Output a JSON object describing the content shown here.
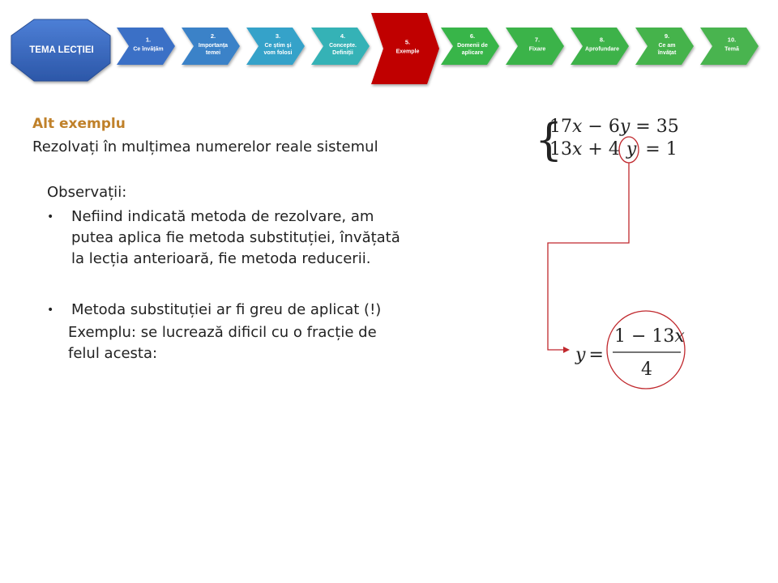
{
  "nav": {
    "home": "TEMA LECȚIEI",
    "accent_active": "#c00000",
    "steps": [
      {
        "num": "1.",
        "lines": [
          "Ce învățăm"
        ],
        "color": "#3b6fc6"
      },
      {
        "num": "2.",
        "lines": [
          "Importanța",
          "temei"
        ],
        "color": "#3a82c8"
      },
      {
        "num": "3.",
        "lines": [
          "Ce știm și",
          "vom folosi"
        ],
        "color": "#36a2c9"
      },
      {
        "num": "4.",
        "lines": [
          "Concepte.",
          "Definiții"
        ],
        "color": "#34b2b6"
      },
      {
        "num": "5.",
        "lines": [
          "Exemple"
        ],
        "color": "#c00000"
      },
      {
        "num": "6.",
        "lines": [
          "Domenii de",
          "aplicare"
        ],
        "color": "#39b54a"
      },
      {
        "num": "7.",
        "lines": [
          "Fixare"
        ],
        "color": "#3bb34a"
      },
      {
        "num": "8.",
        "lines": [
          "Aprofundare"
        ],
        "color": "#3eb24a"
      },
      {
        "num": "9.",
        "lines": [
          "Ce am",
          "învățat"
        ],
        "color": "#44b34c"
      },
      {
        "num": "10.",
        "lines": [
          "Temă"
        ],
        "color": "#48b44f"
      }
    ]
  },
  "content": {
    "subtitle": "Alt exemplu",
    "task": "Rezolvați în mulțimea numerelor reale sistemul",
    "observations_title": "Observații:",
    "bullets": [
      "Nefiind indicată metoda de rezolvare, am\nputea aplica fie metoda substituției, învățată\nla lecția anterioară, fie metoda reducerii.",
      "Metoda substituției ar fi greu de aplicat (!)"
    ],
    "bullet_symbol": "•",
    "example_text": "Exemplu:  se lucrează dificil cu o fracție de\nfelul acesta:"
  },
  "math": {
    "brace": "{",
    "eq1": {
      "a": "17",
      "x": "x",
      "op": " − ",
      "b": "6",
      "y": "y",
      "eq": " = ",
      "c": "35"
    },
    "eq2": {
      "a": "13",
      "x": "x",
      "op": " + ",
      "b": "4",
      "y": "y",
      "eq": " = ",
      "c": "1"
    },
    "fraction": {
      "lhs": "y",
      "eq": "=",
      "num_1": "1 − 13",
      "num_x": "x",
      "den": "4"
    },
    "highlight_color": "#c0282d"
  }
}
